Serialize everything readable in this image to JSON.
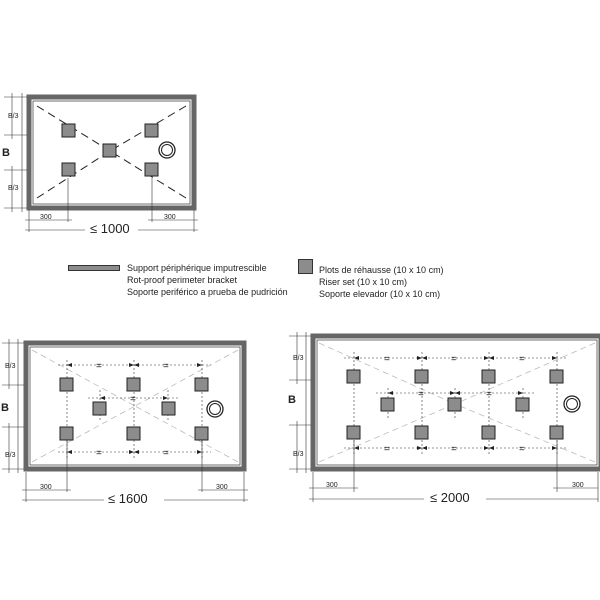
{
  "diagrams": {
    "d1000": {
      "width_label": "≤ 1000",
      "b_label": "B",
      "b3_label": "B/3",
      "edge_dim": "300"
    },
    "d1600": {
      "width_label": "≤ 1600",
      "b_label": "B",
      "b3_label": "B/3",
      "edge_dim": "300",
      "equal_sign": "="
    },
    "d2000": {
      "width_label": "≤ 2000",
      "b_label": "B",
      "b3_label": "B/3",
      "edge_dim": "300",
      "equal_sign": "="
    }
  },
  "legend": {
    "perimeter": {
      "fr": "Support périphérique imputrescible",
      "en": "Rot-proof perimeter bracket",
      "es": "Soporte periférico a prueba de pudrición"
    },
    "riser": {
      "fr": "Plots de réhausse (10 x 10 cm)",
      "en": "Riser set (10 x 10 cm)",
      "es": "Soporte elevador (10 x 10 cm)"
    }
  },
  "colors": {
    "frame": "#666666",
    "pad": "#8c8c8c",
    "line": "#333333"
  }
}
